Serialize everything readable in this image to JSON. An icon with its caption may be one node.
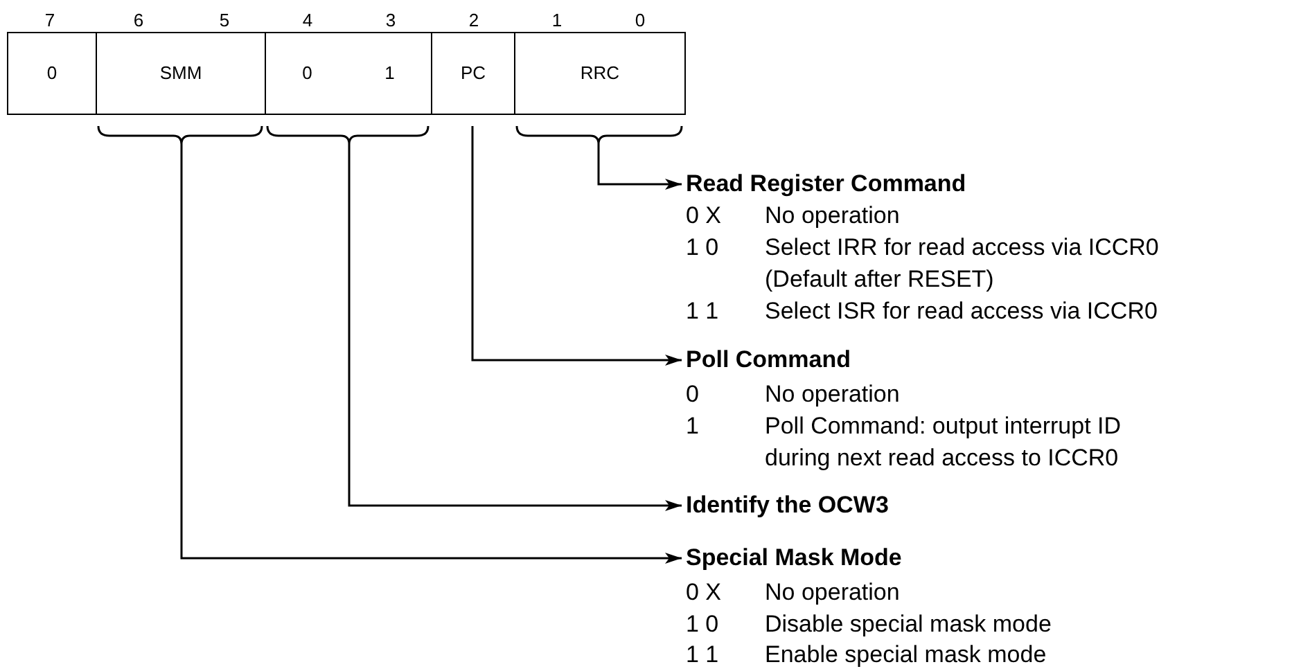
{
  "diagram": {
    "nodes": [
      {
        "text": [
          "0"
        ]
      },
      {
        "text": [
          "SMM"
        ]
      },
      {
        "text": [
          "0",
          "1"
        ]
      },
      {
        "text": [
          "PC"
        ]
      },
      {
        "text": [
          "RRC"
        ]
      },
      {
        "text": [
          "Read Register Command"
        ]
      },
      {
        "text": [
          "Poll Command"
        ]
      },
      {
        "text": [
          "Identify the OCW3"
        ]
      },
      {
        "text": [
          "Special Mask Mode"
        ]
      }
    ],
    "edges": [
      {
        "from": 4,
        "to": 5,
        "arrow": "to"
      },
      {
        "from": 3,
        "to": 6,
        "arrow": "to"
      },
      {
        "from": 2,
        "to": 7,
        "arrow": "to"
      },
      {
        "from": 1,
        "to": 8,
        "arrow": "to"
      }
    ],
    "labels": [
      "7",
      "6",
      "5",
      "4",
      "3",
      "2",
      "1",
      "0",
      "0 X",
      "No operation",
      "1 0",
      "Select IRR for read access via ICCR0 (Default after RESET)",
      "1 1",
      "Select ISR for read access via ICCR0",
      "0",
      "No operation",
      "1",
      "Poll Command: output interrupt ID during next read access to ICCR0",
      "0 X",
      "No operation",
      "1 0",
      "Disable special mask mode",
      "1 1",
      "Enable special mask mode"
    ]
  }
}
